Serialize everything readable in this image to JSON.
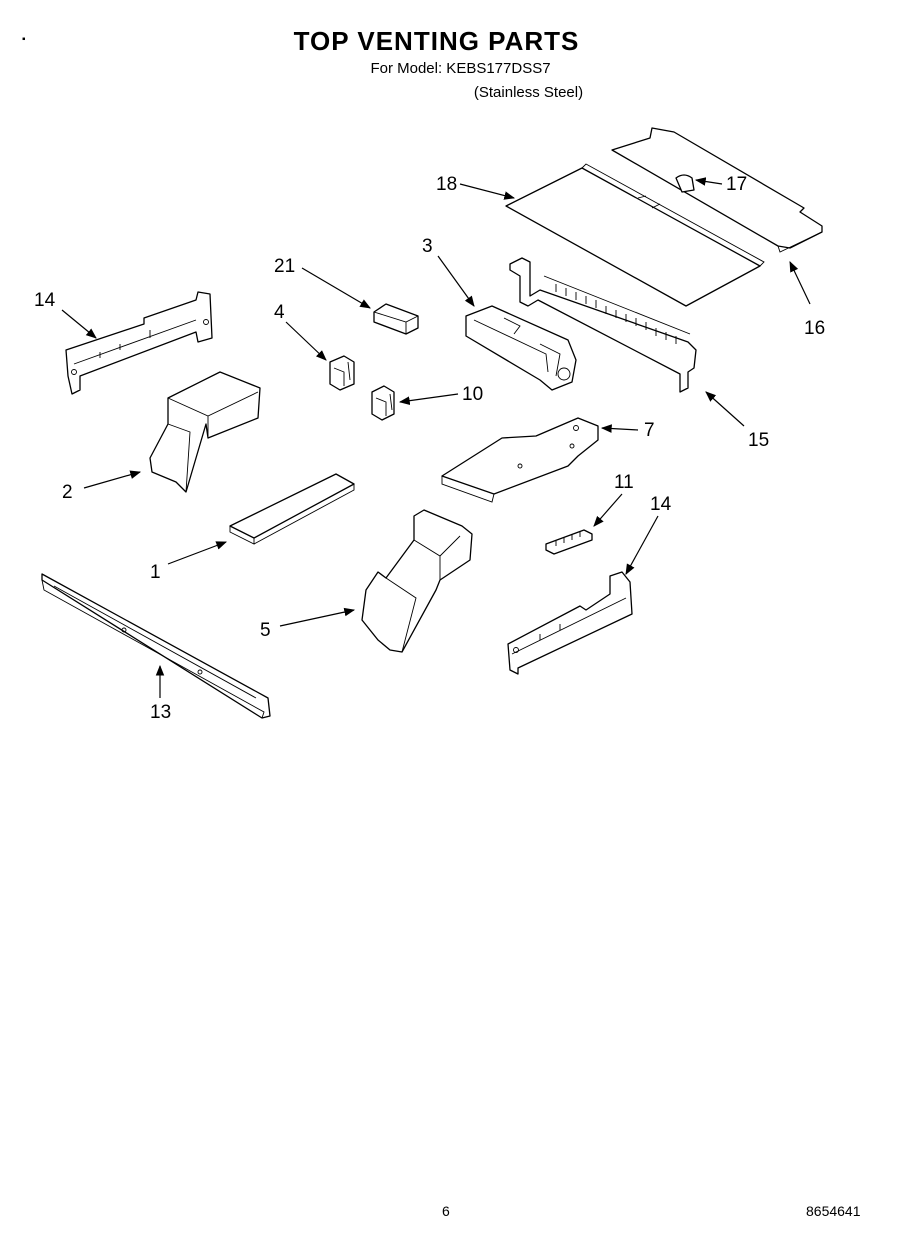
{
  "header": {
    "title": "TOP VENTING PARTS",
    "model_line": "For Model: KEBS177DSS7",
    "finish_line": "(Stainless Steel)"
  },
  "footer": {
    "page_number": "6",
    "document_number": "8654641"
  },
  "callouts": [
    "1",
    "2",
    "3",
    "4",
    "5",
    "7",
    "10",
    "11",
    "13",
    "14",
    "14",
    "15",
    "16",
    "17",
    "18",
    "21"
  ]
}
